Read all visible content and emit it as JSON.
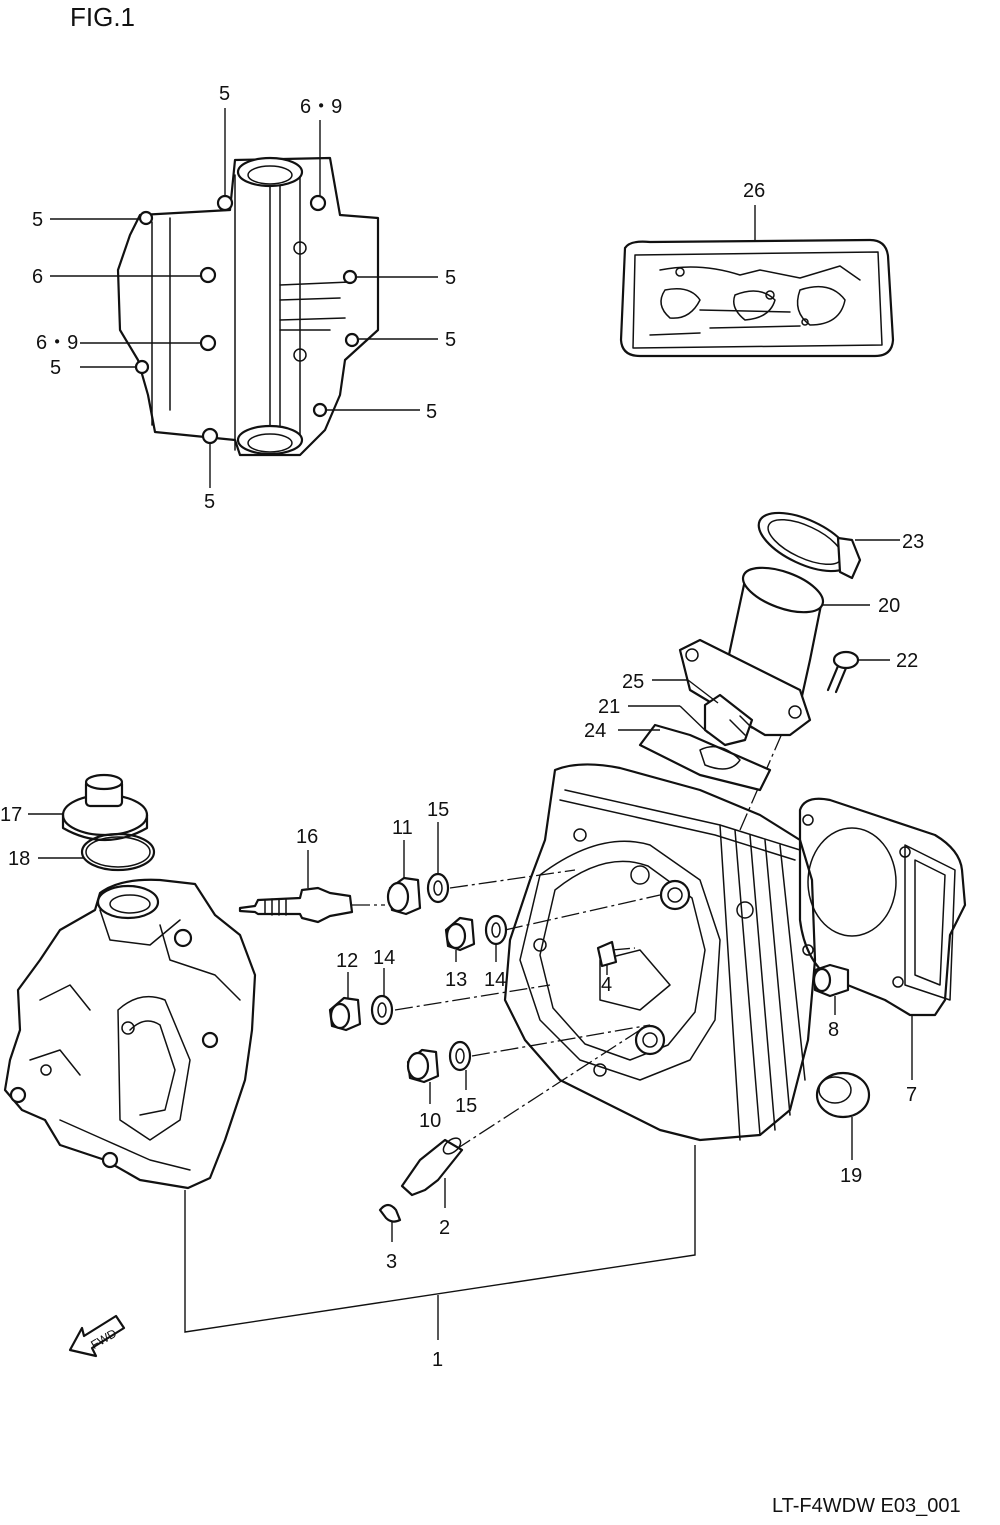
{
  "title": "FIG.1",
  "drawing_code": "LT-F4WDW E03_001",
  "fwd_label": "FWD",
  "callouts": {
    "c1": "1",
    "c2": "2",
    "c3": "3",
    "c4": "4",
    "c5a": "5",
    "c5b": "5",
    "c5c": "5",
    "c5d": "5",
    "c5e": "5",
    "c5f": "5",
    "c5g": "5",
    "c6": "6",
    "c69a": "6・9",
    "c69b": "6・9",
    "c7": "7",
    "c8": "8",
    "c10": "10",
    "c11": "11",
    "c12": "12",
    "c13": "13",
    "c14a": "14",
    "c14b": "14",
    "c15a": "15",
    "c15b": "15",
    "c16": "16",
    "c17": "17",
    "c18": "18",
    "c19": "19",
    "c20": "20",
    "c21": "21",
    "c22": "22",
    "c23": "23",
    "c24": "24",
    "c25": "25",
    "c26": "26"
  }
}
